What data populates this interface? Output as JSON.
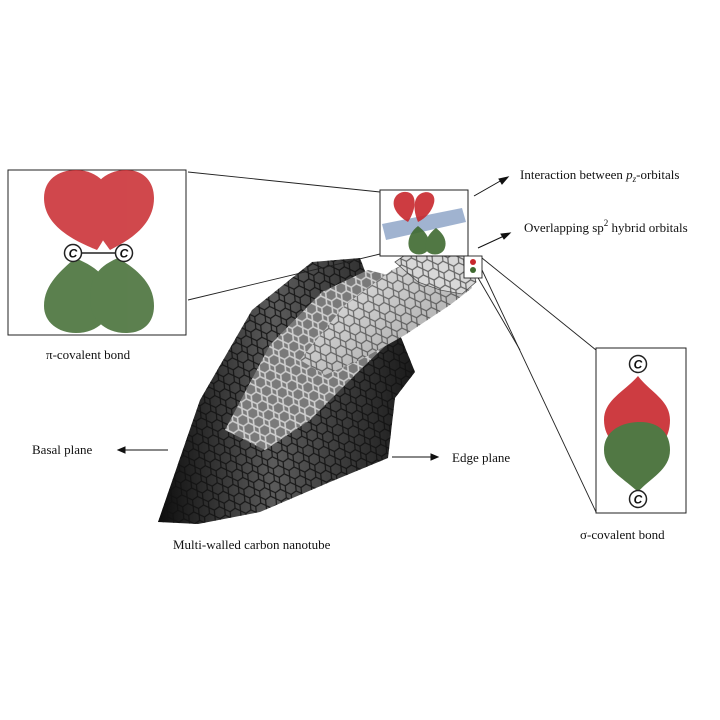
{
  "labels": {
    "pi_bond": "π-covalent bond",
    "sigma_bond": "σ-covalent bond",
    "pz_interaction": {
      "prefix": "Interaction between ",
      "p": "p",
      "sub": "z",
      "suffix": "-orbitals"
    },
    "sp2_overlap": {
      "prefix": "Overlapping sp",
      "sup": "2",
      "suffix": " hybrid orbitals"
    },
    "basal_plane": "Basal plane",
    "edge_plane": "Edge plane",
    "nanotube": "Multi-walled carbon nanotube"
  },
  "atom_symbol": "C",
  "colors": {
    "pi_lobe": "#c8282d",
    "sigma_lobe": "#3f6a30",
    "plane": "#8fa6c8",
    "line": "#222222"
  }
}
